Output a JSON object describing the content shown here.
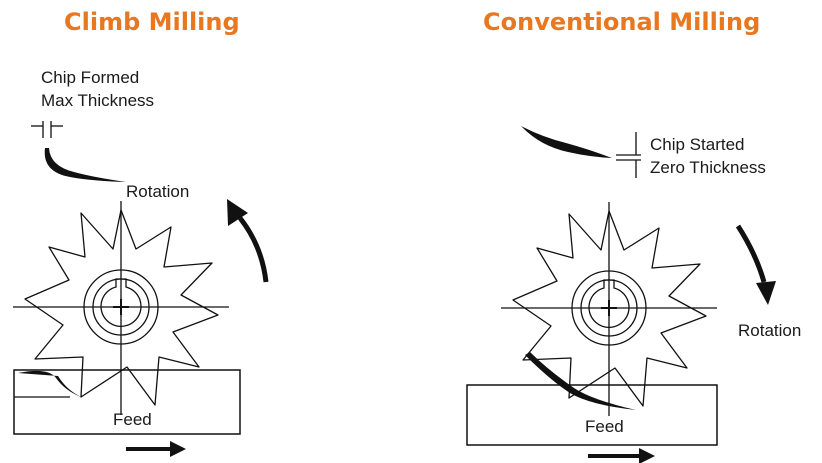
{
  "accent_color": "#e87722",
  "climb": {
    "title": "Climb Milling",
    "chip_label_line1": "Chip Formed",
    "chip_label_line2": "Max Thickness",
    "rotation_label": "Rotation",
    "feed_label": "Feed"
  },
  "conventional": {
    "title": "Conventional  Milling",
    "chip_label_line1": "Chip Started",
    "chip_label_line2": "Zero Thickness",
    "rotation_label": "Rotation",
    "feed_label": "Feed"
  },
  "icons": [
    "rotation-arrow-icon",
    "feed-arrow-icon",
    "milling-cutter-icon"
  ]
}
